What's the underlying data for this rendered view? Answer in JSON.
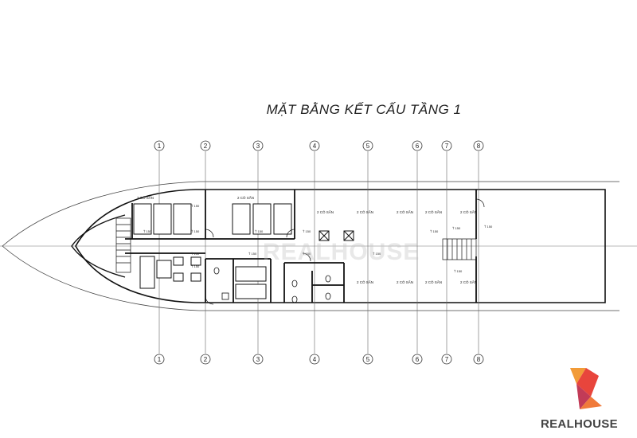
{
  "title": "MẶT BẰNG KẾT CẤU TẦNG 1",
  "grid_labels": [
    "1",
    "2",
    "3",
    "4",
    "5",
    "6",
    "7",
    "8"
  ],
  "room_labels": [
    "2 CÔ SẤN",
    "2 CÔ SẤN",
    "2 CÔ SẤN",
    "2 CÔ SẤN",
    "2 CÔ SẤN",
    "2 CÔ SẤN",
    "2 CÔ SẤN",
    "2 CÔ SẤN",
    "2 CÔ SẤN",
    "2 CÔ SẤN",
    "2 CÔ SẤN"
  ],
  "beam_labels": [
    "Ť 150",
    "Ť 150",
    "Ť 150",
    "Ť 150",
    "Ť 150",
    "Ť 150",
    "Ť 150",
    "Ť 150",
    "Ť 150",
    "Ť 150",
    "Ť 150",
    "Ť 150",
    "Ť 150",
    "Ť 150"
  ],
  "watermark": "REALHOUSE",
  "brand": {
    "name": "REALHOUSE",
    "colors": [
      "#e8453c",
      "#f29b38",
      "#c23b57"
    ]
  }
}
